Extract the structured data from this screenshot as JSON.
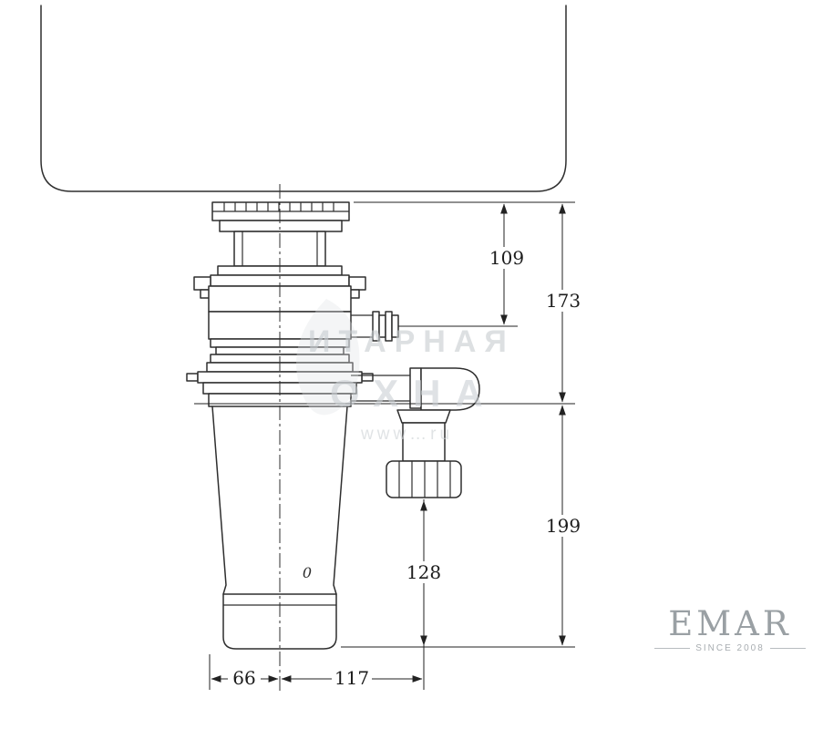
{
  "diagram": {
    "dimensions": {
      "d109": "109",
      "d173": "173",
      "d199": "199",
      "d128": "128",
      "d66": "66",
      "d117": "117"
    },
    "body_mark": "0",
    "watermark": {
      "line1": "ИТАРНАЯ",
      "line2": "ОХНА",
      "line3": "www…ru"
    },
    "logo": {
      "name": "EMAR",
      "tagline": "SINCE 2008"
    },
    "colors": {
      "line": "#2e2e2e",
      "dimension": "#222222",
      "watermark": "#cbd0d4",
      "logo": "#9aa0a4"
    }
  }
}
